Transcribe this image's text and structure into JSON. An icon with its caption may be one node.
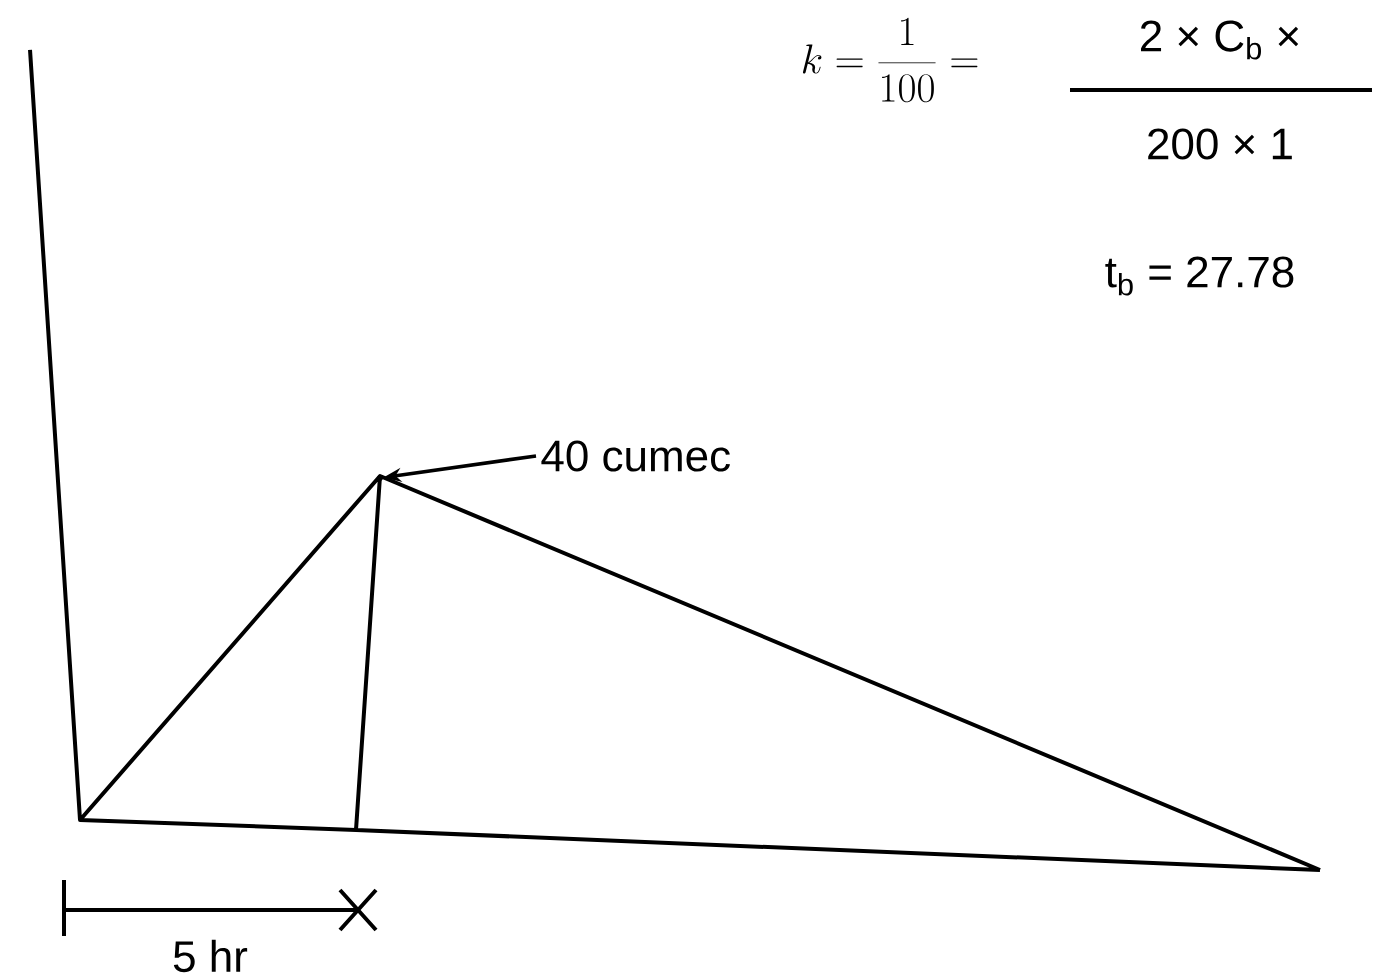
{
  "diagram": {
    "nodes": [
      {
        "text": [
          "40 cumec"
        ]
      },
      {
        "text": [],
        "shape": "point"
      }
    ],
    "edges": [
      {
        "from": 0,
        "to": 1,
        "arrow": "to"
      }
    ],
    "labels": [
      "k = \\frac{1}{100} =",
      "2 × C$_{b}$ ×",
      "200 × 1",
      "t$_{b}$ = 27.78",
      "5 hr"
    ]
  }
}
